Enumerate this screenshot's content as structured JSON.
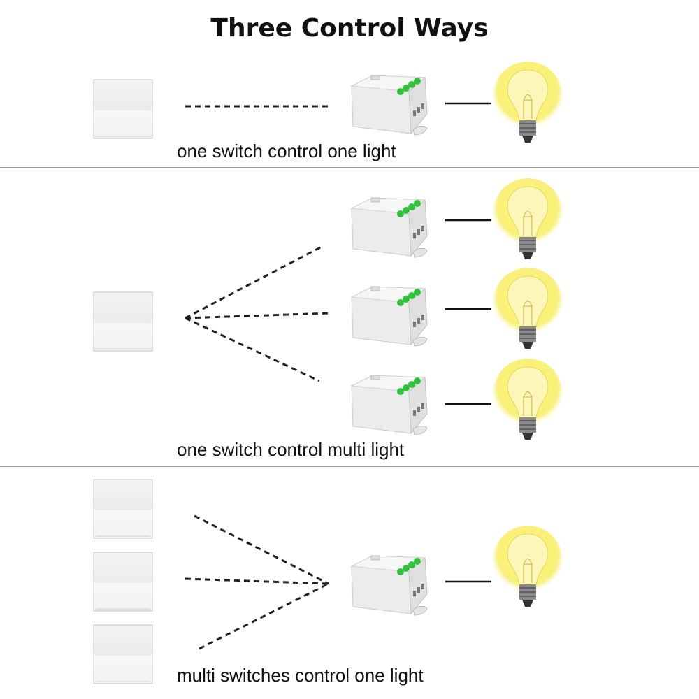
{
  "title": "Three Control Ways",
  "sections": [
    {
      "caption": "one switch control one light",
      "switches": 1,
      "receivers": 1
    },
    {
      "caption": "one switch control multi light",
      "switches": 1,
      "receivers": 3
    },
    {
      "caption": "multi switches control one light",
      "switches": 3,
      "receivers": 1
    }
  ],
  "colors": {
    "bulb_glow": "#f7f06a",
    "led_green": "#2fc23a",
    "divider": "#9a9a9a"
  }
}
